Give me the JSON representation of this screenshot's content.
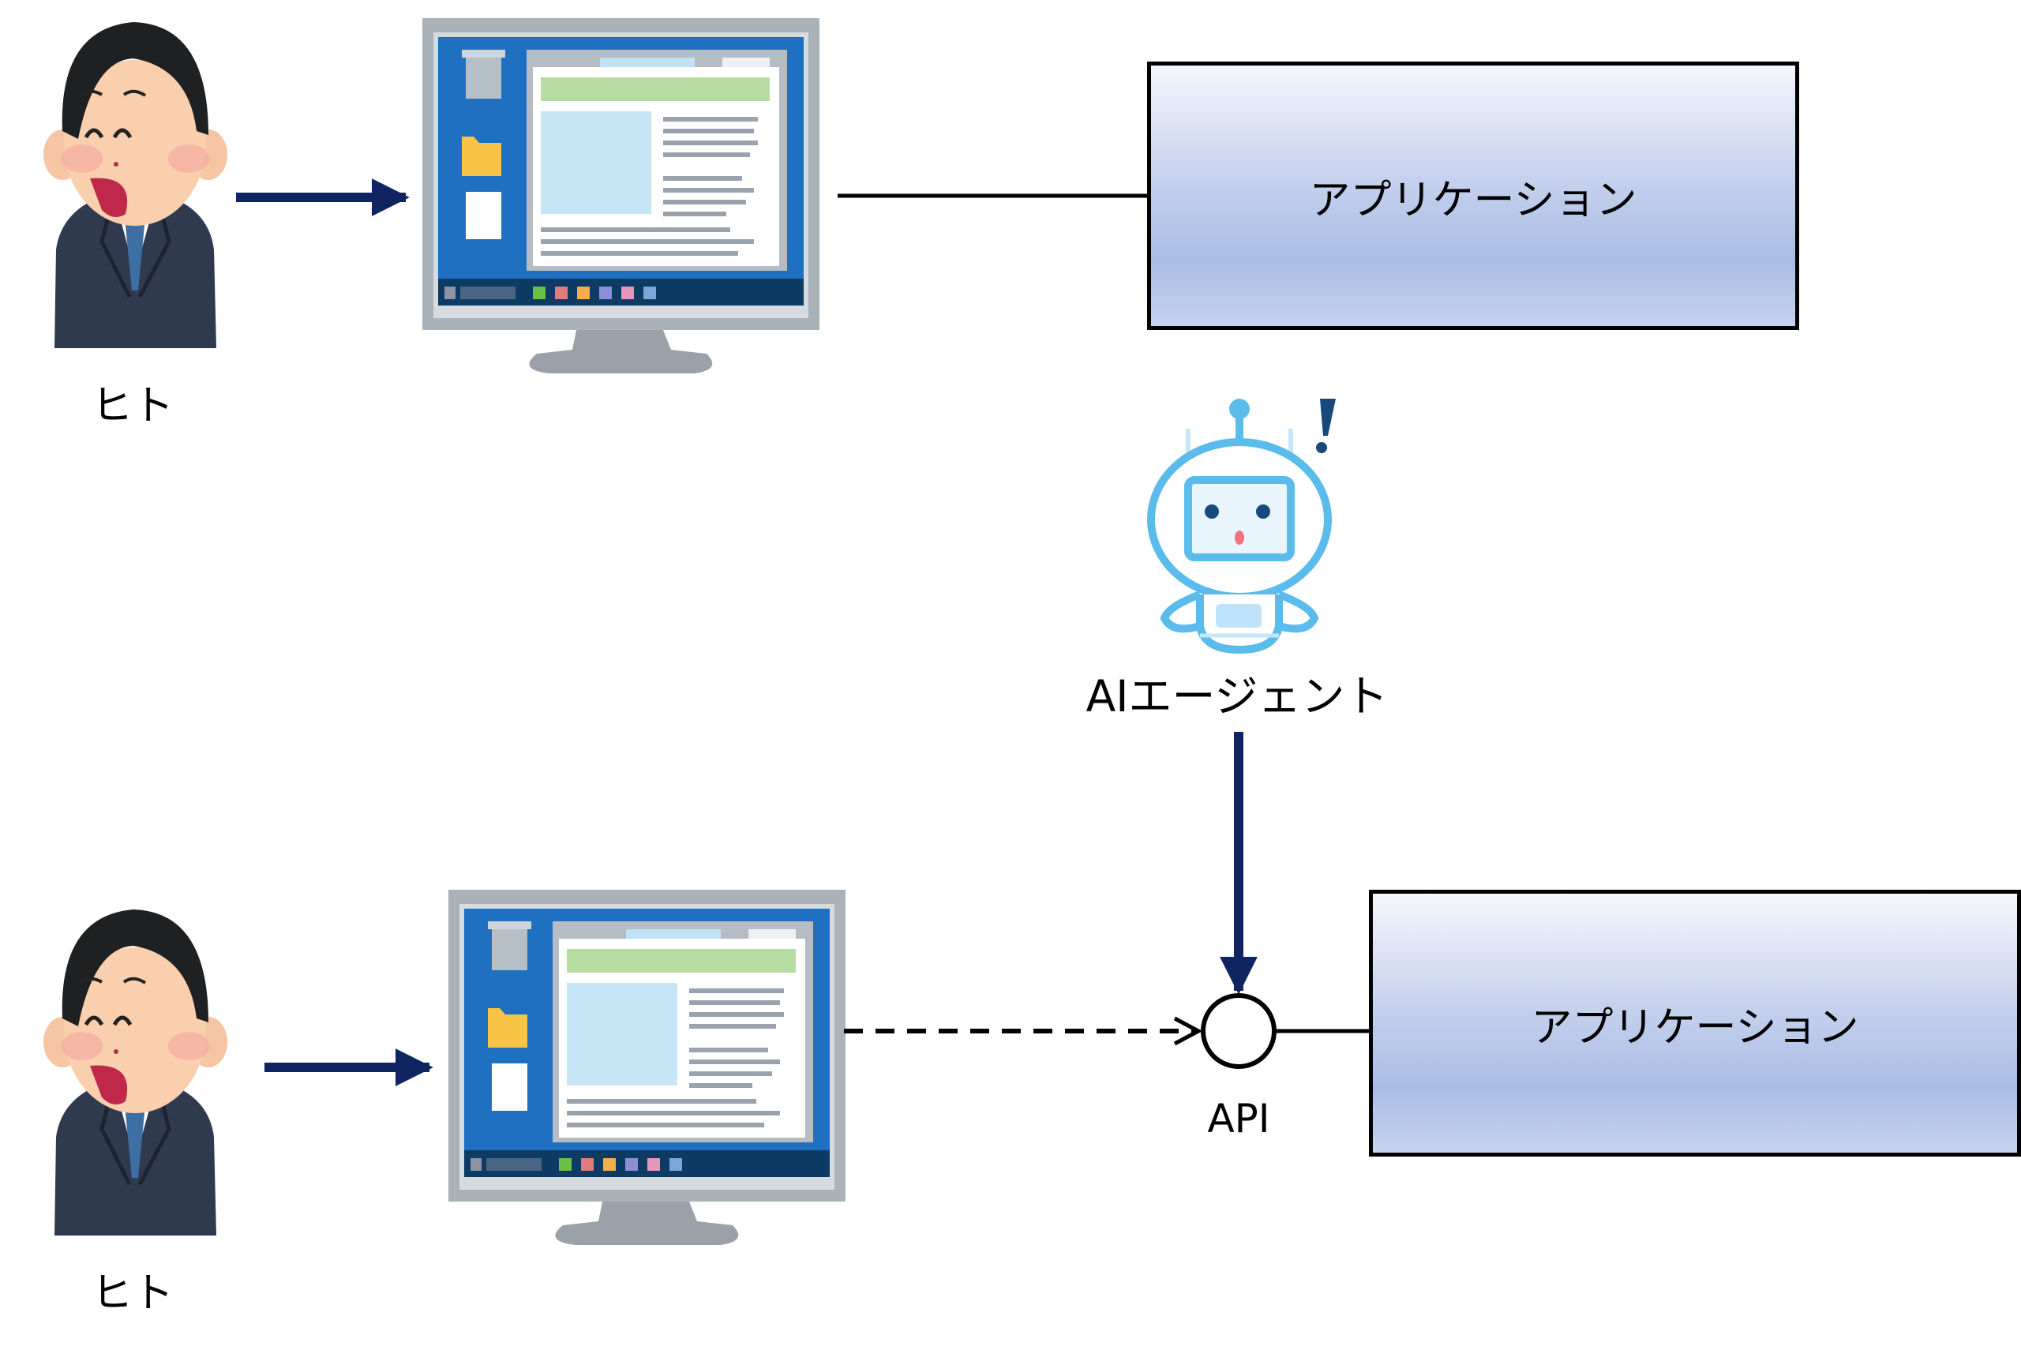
{
  "top_flow": {
    "person_label": "ヒト",
    "application_label": "アプリケーション"
  },
  "agent": {
    "label": "AIエージェント"
  },
  "bottom_flow": {
    "person_label": "ヒト",
    "api_label": "API",
    "application_label": "アプリケーション"
  },
  "colors": {
    "arrow": "#0f2460",
    "robot": "#5bbcec",
    "app_box_gradient_top": "#f4f6fc",
    "app_box_gradient_bottom": "#a9bde4"
  }
}
